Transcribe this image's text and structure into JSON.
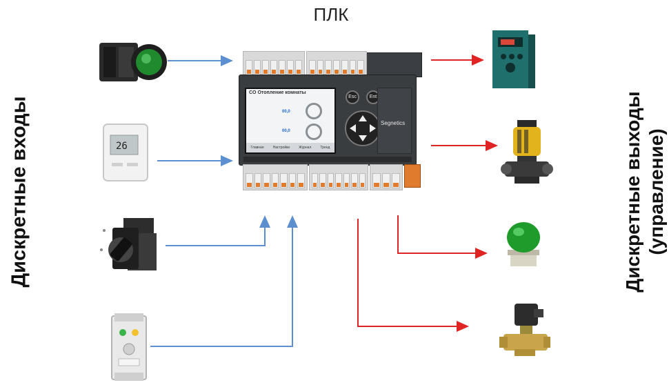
{
  "diagram": {
    "title": "ПЛК",
    "left_label": "Дискретные входы",
    "right_label_line1": "Дискретные выходы",
    "right_label_line2": "(управление)"
  },
  "plc": {
    "screen_title": "Отопление комнаты",
    "screen_logo": "CO",
    "value_1": "00,0",
    "value_2": "00,0",
    "tabs": [
      "Главная",
      "Настройки",
      "Журнал",
      "Тренд"
    ],
    "key_esc": "Esc",
    "key_ent": "Ent",
    "brand": "Segnetics"
  },
  "inputs": [
    "pushbutton-icon",
    "thermostat-icon",
    "rotary-switch-icon",
    "timer-relay-icon"
  ],
  "outputs": [
    "frequency-drive-icon",
    "pump-icon",
    "indicator-lamp-icon",
    "solenoid-valve-icon"
  ],
  "colors": {
    "input_arrow": "#5b8fcf",
    "output_arrow": "#e02424",
    "terminal_orange": "#e07a2c",
    "plc_body": "#3a3d40"
  }
}
